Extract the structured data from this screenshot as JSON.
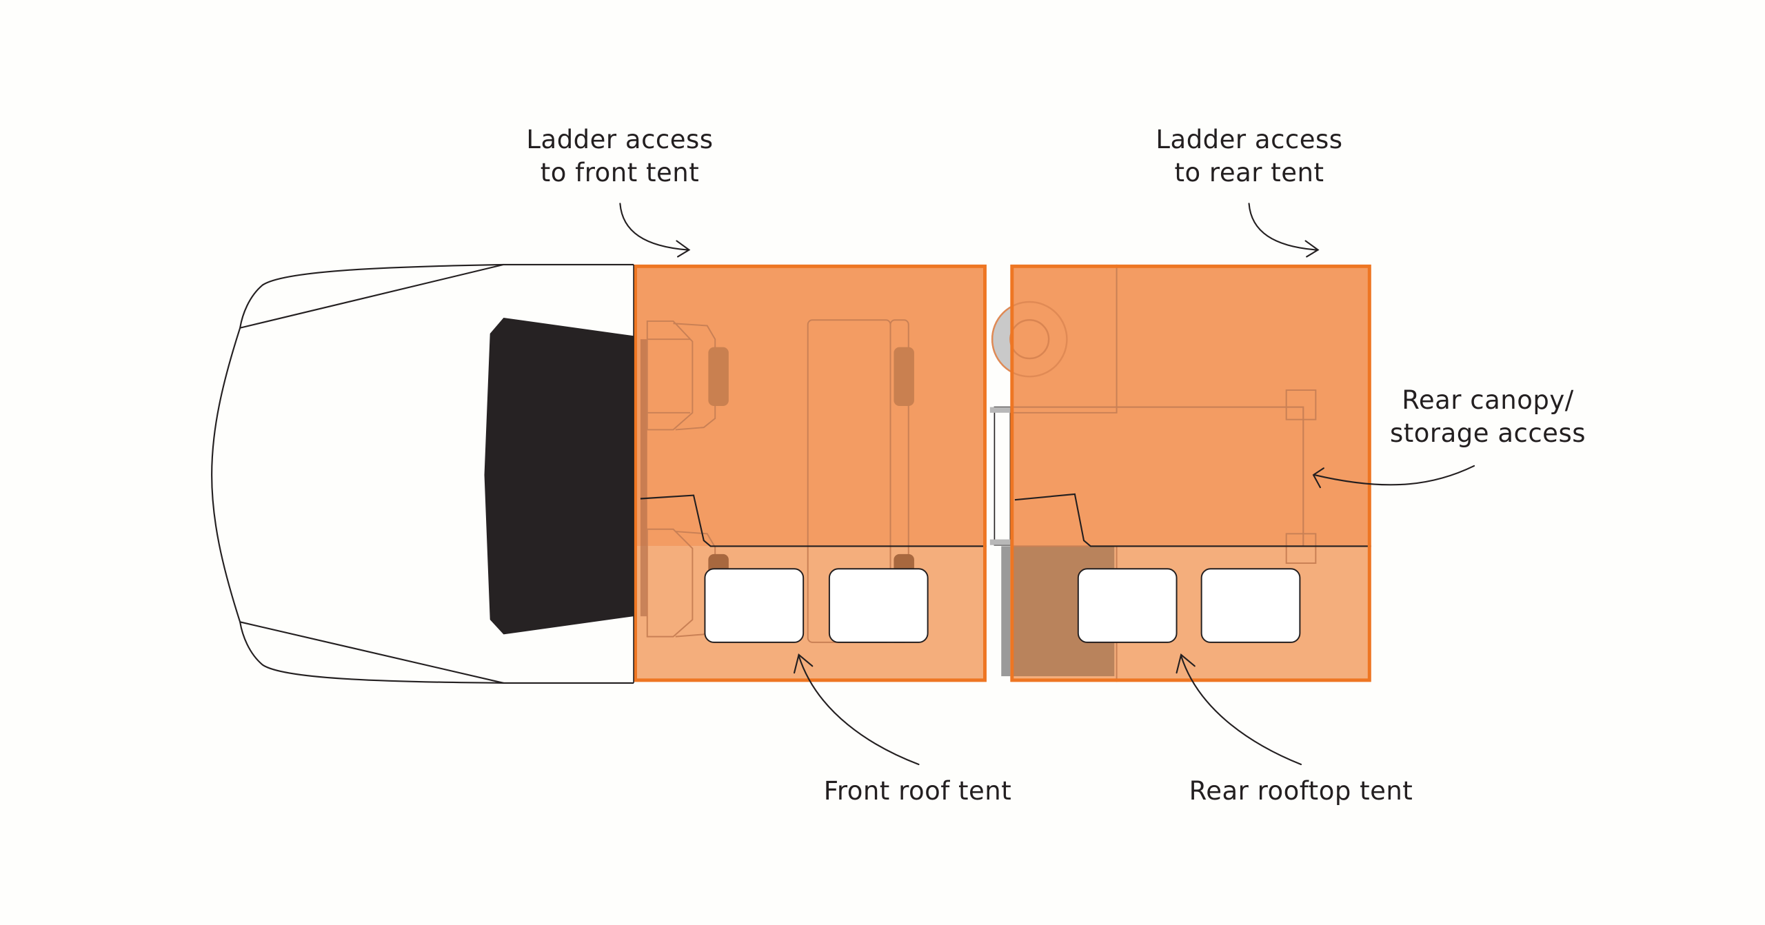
{
  "labels": {
    "ladder_front": [
      "Ladder access",
      "to front tent"
    ],
    "ladder_rear": [
      "Ladder access",
      "to rear tent"
    ],
    "rear_canopy": [
      "Rear canopy/",
      "storage access"
    ],
    "front_tent": "Front roof tent",
    "rear_tent": "Rear rooftop tent"
  },
  "colors": {
    "tent_fill": "#f39c63",
    "tent_lower_fill": "#f4ae7c",
    "tent_border": "#ee7623",
    "windshield": "#262223",
    "outline": "#231f20",
    "storage_block": "#b9835c"
  }
}
